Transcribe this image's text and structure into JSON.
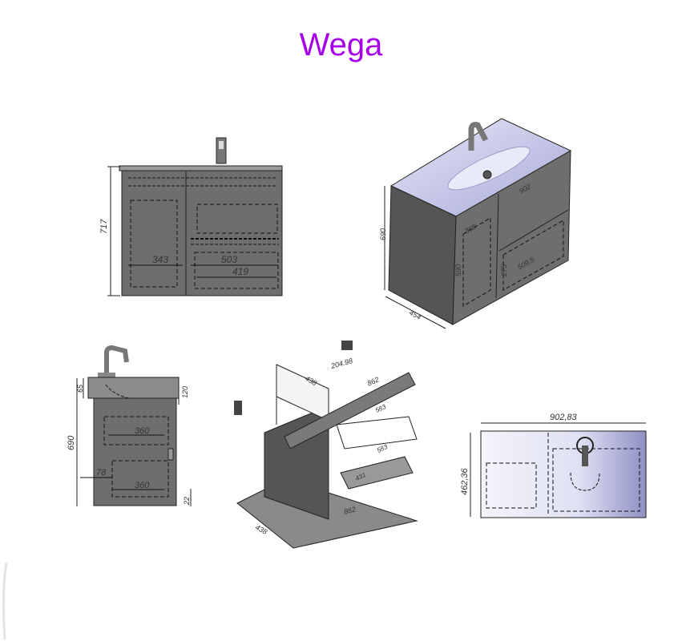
{
  "title": "Wega",
  "colors": {
    "title": "#a500e8",
    "cabinet": "#6e6e6e",
    "basin": "#c9cbe8",
    "line": "#222222"
  },
  "front_view": {
    "height": "717",
    "left_width": "343",
    "drawer_width": "503",
    "inner_width": "419"
  },
  "iso_view": {
    "height": "690",
    "depth": "454",
    "width": "902",
    "door_width": "368",
    "door_height": "590",
    "drawer_width": "509.5",
    "drawer_height": "275"
  },
  "side_view": {
    "height": "690",
    "basin_height": "65",
    "bowl_depth": "120",
    "shelf_depth_top": "360",
    "shelf_depth_bottom": "360",
    "offset": "78",
    "leg": "22"
  },
  "exploded_view": {
    "depth": "438",
    "width": "862",
    "rail_offset": "204.98",
    "rail_length": "862",
    "bottom_depth": "438",
    "bottom_width": "862",
    "drawer_a": "583",
    "drawer_b": "583",
    "drawer_c": "431"
  },
  "top_view": {
    "width": "902,83",
    "depth": "462,36"
  }
}
